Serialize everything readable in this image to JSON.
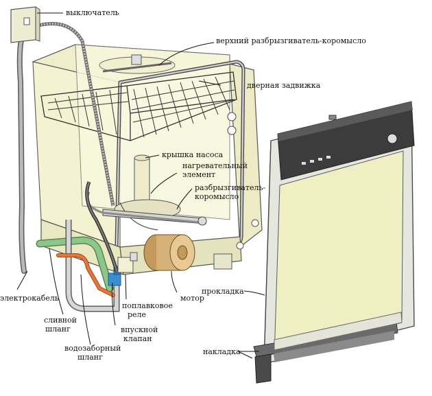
{
  "labels": {
    "switch": "выключатель",
    "upper_spray_arm": "верхний разбрызгиватель-коромысло",
    "door_latch": "дверная задвижка",
    "pump_cover": "крышка насоса",
    "heating_element_1": "нагревательный",
    "heating_element_2": "элемент",
    "spray_arm_1": "разбрызгиватель-",
    "spray_arm_2": "коромысло",
    "power_cable": "электрокабель",
    "drain_hose_1": "сливной",
    "drain_hose_2": "шланг",
    "inlet_hose_1": "водозаборный",
    "inlet_hose_2": "шланг",
    "inlet_valve_1": "впускной",
    "inlet_valve_2": "клапан",
    "float_switch_1": "поплавковое",
    "float_switch_2": "реле",
    "motor": "мотор",
    "gasket": "прокладка",
    "trim": "накладка"
  },
  "colors": {
    "tub_fill": "#f3f3cf",
    "door_panel": "#efefc4",
    "control_strip": "#3c3c3c",
    "drain_hose": "#8fc58a",
    "inlet_hose": "#d8662a",
    "inlet_valve": "#3a8fd0",
    "motor": "#d7b278",
    "cable": "#9a9a9a"
  }
}
